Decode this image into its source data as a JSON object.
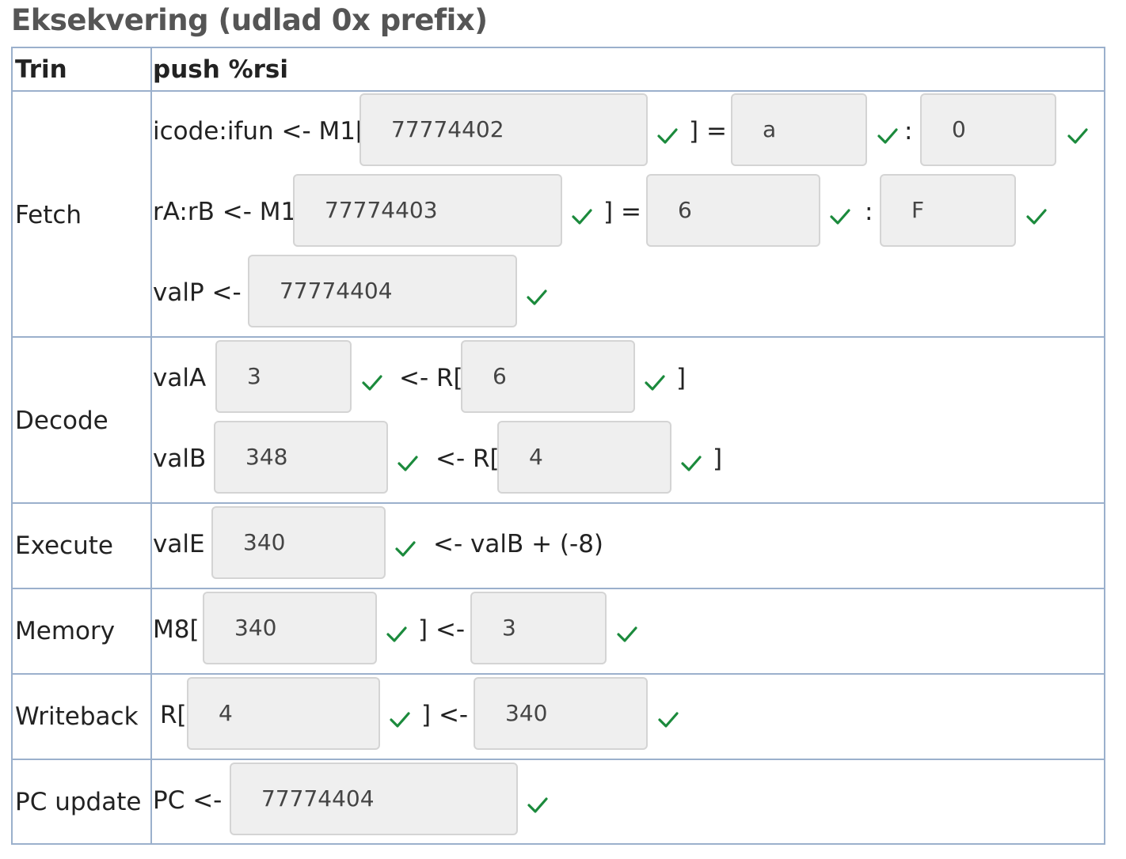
{
  "title": "Eksekvering (udlad 0x prefix)",
  "table": {
    "col1_header": "Trin",
    "col2_header": "push %rsi"
  },
  "check_color": "#1b8a3c",
  "rows": {
    "fetch": {
      "label": "Fetch",
      "line1": {
        "prefix": "icode:ifun <- M1[",
        "addr": "77774402",
        "mid": "] =",
        "icode": "a",
        "sep": ":",
        "ifun": "0"
      },
      "line2": {
        "prefix": "rA:rB <- M1[",
        "addr": "77774403",
        "mid": "] =",
        "ra": "6",
        "sep": ":",
        "rb": "F"
      },
      "line3": {
        "prefix": "valP <-",
        "valp": "77774404"
      }
    },
    "decode": {
      "label": "Decode",
      "line1": {
        "prefix": "valA",
        "vala": "3",
        "mid": "<- R[",
        "reg": "6",
        "close": "]"
      },
      "line2": {
        "prefix": "valB",
        "valb": "348",
        "mid": "<- R[",
        "reg": "4",
        "close": "]"
      }
    },
    "execute": {
      "label": "Execute",
      "line1": {
        "prefix": "valE",
        "vale": "340",
        "suffix": "<- valB + (-8)"
      }
    },
    "memory": {
      "label": "Memory",
      "line1": {
        "prefix": "M8[",
        "addr": "340",
        "mid": "] <-",
        "val": "3"
      }
    },
    "writeback": {
      "label": "Writeback",
      "line1": {
        "prefix": "R[",
        "reg": "4",
        "mid": "] <-",
        "val": "340"
      }
    },
    "pc_update": {
      "label": "PC update",
      "line1": {
        "prefix": "PC <-",
        "pc": "77774404"
      }
    }
  }
}
